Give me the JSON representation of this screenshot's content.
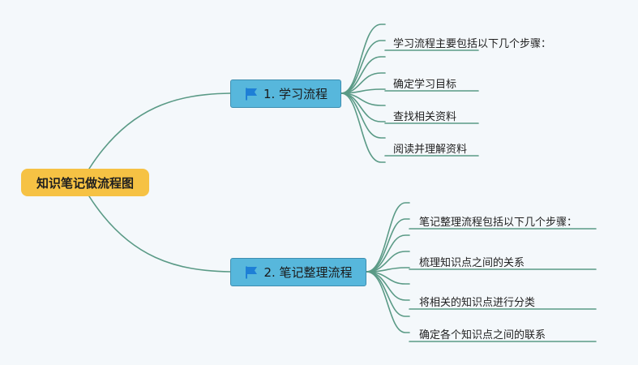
{
  "root": {
    "label": "知识笔记做流程图"
  },
  "branches": [
    {
      "label": "1. 学习流程",
      "icon": "flag-icon",
      "leaves": [
        "学习流程主要包括以下几个步骤：",
        "确定学习目标",
        "查找相关资料",
        "阅读并理解资料"
      ]
    },
    {
      "label": "2. 笔记整理流程",
      "icon": "flag-icon",
      "leaves": [
        "笔记整理流程包括以下几个步骤：",
        "梳理知识点之间的关系",
        "将相关的知识点进行分类",
        "确定各个知识点之间的联系"
      ]
    }
  ],
  "colors": {
    "line": "#5a9a86",
    "root": "#f6c244",
    "branch": "#57b7dc",
    "flag": "#1e7fd6"
  }
}
